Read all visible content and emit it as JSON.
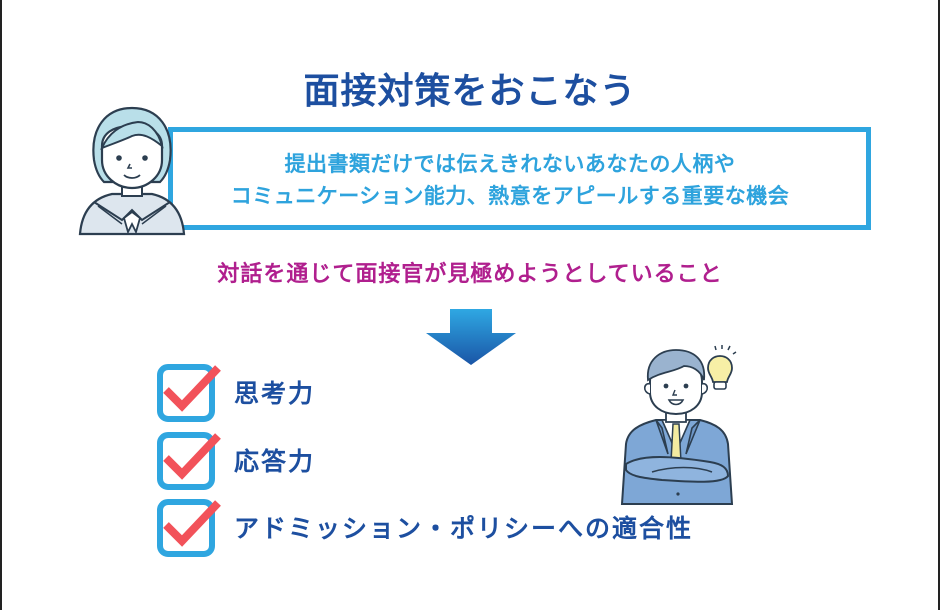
{
  "title": "面接対策をおこなう",
  "info_box": {
    "line1": "提出書類だけでは伝えきれないあなたの人柄や",
    "line2": "コミュニケーション能力、熱意をアピールする重要な機会"
  },
  "subtitle": "対話を通じて面接官が見極めようとしていること",
  "checklist": {
    "items": [
      {
        "label": "思考力"
      },
      {
        "label": "応答力"
      },
      {
        "label": "アドミッション・ポリシーへの適合性"
      }
    ]
  },
  "illustrations": {
    "student": "student-in-sailor-uniform",
    "interviewer": "businessman-arms-crossed-with-lightbulb"
  },
  "colors": {
    "title": "#1d4fa0",
    "info_text": "#2ea3dd",
    "info_border": "#2fa6e0",
    "subtitle": "#b01f8e",
    "check_box": "#2fa6e0",
    "check_mark": "#f2525a",
    "arrow_top": "#2fa8e3",
    "arrow_bottom": "#1a55a6"
  }
}
